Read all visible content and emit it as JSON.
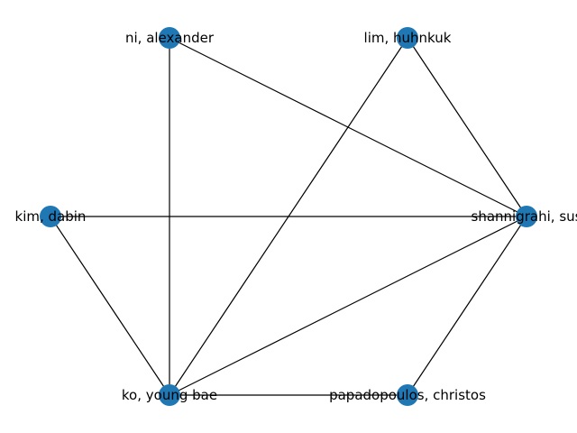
{
  "graph": {
    "node_color": "#1f77b4",
    "edge_color": "#000000",
    "nodes": [
      {
        "id": "ni",
        "label": "ni, alexander"
      },
      {
        "id": "lim",
        "label": "lim, huhnkuk"
      },
      {
        "id": "kim",
        "label": "kim, dabin"
      },
      {
        "id": "shannigrahi",
        "label": "shannigrahi, sus"
      },
      {
        "id": "ko",
        "label": "ko, young bae"
      },
      {
        "id": "papadopoulos",
        "label": "papadopoulos, christos"
      }
    ],
    "edges": [
      {
        "source": "ni",
        "target": "ko"
      },
      {
        "source": "ni",
        "target": "shannigrahi"
      },
      {
        "source": "lim",
        "target": "ko"
      },
      {
        "source": "lim",
        "target": "shannigrahi"
      },
      {
        "source": "kim",
        "target": "shannigrahi"
      },
      {
        "source": "kim",
        "target": "ko"
      },
      {
        "source": "ko",
        "target": "shannigrahi"
      },
      {
        "source": "ko",
        "target": "papadopoulos"
      },
      {
        "source": "shannigrahi",
        "target": "papadopoulos"
      }
    ]
  }
}
